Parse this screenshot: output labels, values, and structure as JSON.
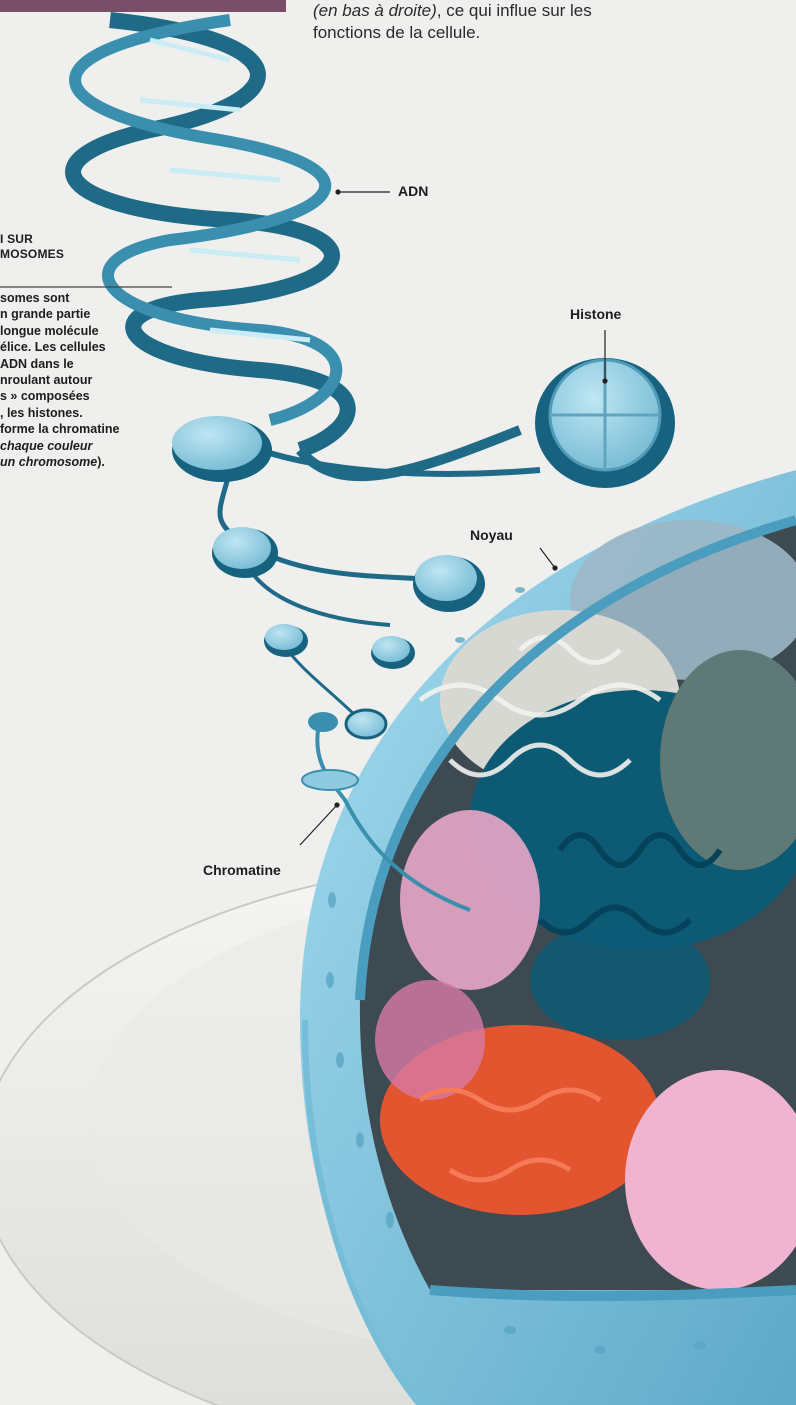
{
  "intro": {
    "line1_italic": "(en bas à droite)",
    "line1_rest": ", ce qui influe sur les",
    "line2": "fonctions de la cellule."
  },
  "sidebar": {
    "title_line1": "I SUR",
    "title_line2": "MOSOMES",
    "body_lines": [
      "somes sont",
      "n grande partie",
      "longue molécule",
      "élice. Les cellules",
      "ADN dans le",
      "nroulant autour",
      "s » composées",
      ", les histones.",
      "forme la chromatine"
    ],
    "body_italic_line": "chaque couleur",
    "last_line_italic": "un chromosome",
    "last_line_end": ")."
  },
  "labels": {
    "adn": "ADN",
    "histone": "Histone",
    "noyau": "Noyau",
    "chromatine": "Chromatine"
  },
  "colors": {
    "header_band": "#7a4d68",
    "dna_teal": "#1f6a86",
    "histone_blue": "#8fcbe0",
    "nucleus_blue": "#8fd0e9",
    "chromatin_dark": "#0d5a75",
    "chromatin_red": "#e2552f",
    "chromatin_pink": "#e8a7c6",
    "chromatin_white": "#f2f2ee"
  }
}
